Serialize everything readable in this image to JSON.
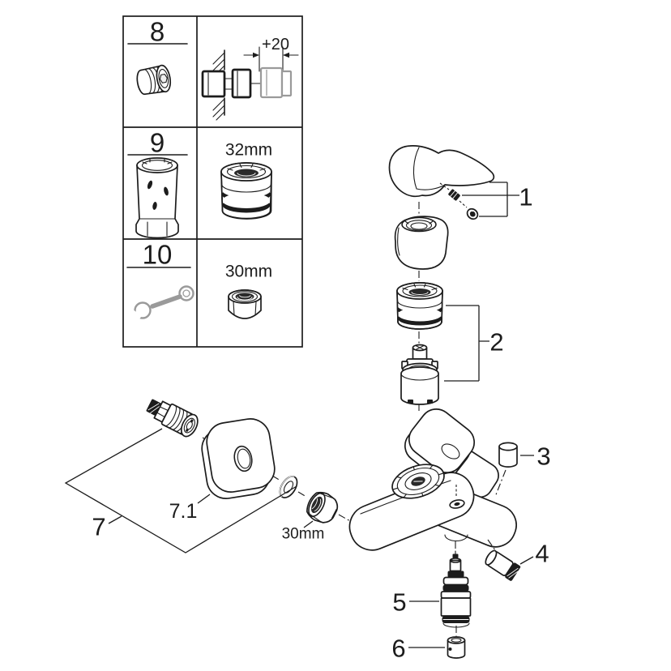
{
  "colors": {
    "ink": "#1c1c1c",
    "muted": "#9a9a9a",
    "paper": "#ffffff"
  },
  "tools_table": {
    "rows": [
      {
        "number": "8",
        "annotation": "+20",
        "left_icon": "threaded-extension-icon",
        "right_icon": "wall-installation-drawing"
      },
      {
        "number": "9",
        "annotation": "32mm",
        "left_icon": "socket-wrench-tool-icon",
        "right_icon": "ring-nut-icon"
      },
      {
        "number": "10",
        "annotation": "30mm",
        "left_icon": "open-end-wrench-icon",
        "right_icon": "hex-nut-icon"
      }
    ]
  },
  "exploded_view": {
    "callout_1": "1",
    "callout_2": "2",
    "callout_3": "3",
    "callout_4": "4",
    "callout_5": "5",
    "callout_6": "6",
    "callout_7": "7",
    "callout_7_1": "7.1",
    "union_nut_size": "30mm",
    "icons": [
      "lever-handle",
      "set-screw",
      "plug",
      "handle-cap",
      "cartridge-ring-nut",
      "cartridge",
      "faucet-body",
      "wall-plug",
      "outlet-nipple",
      "diverter-cartridge",
      "shower-outlet-cap",
      "s-union",
      "escutcheon",
      "seal-ring",
      "union-nut"
    ]
  }
}
